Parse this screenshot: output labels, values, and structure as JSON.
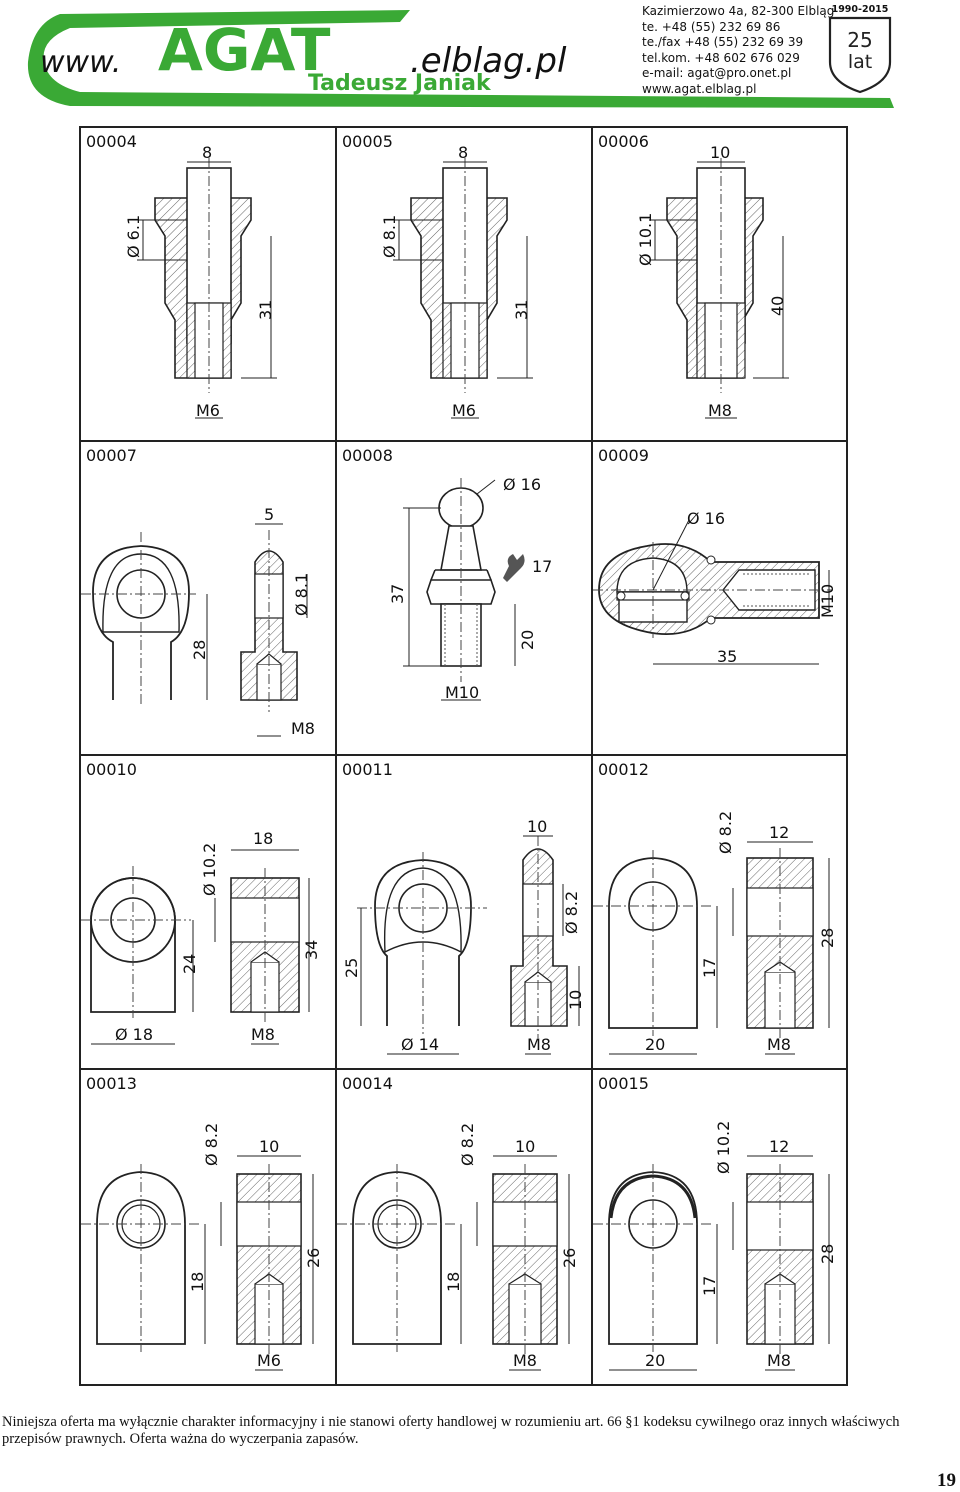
{
  "header": {
    "logo": {
      "prefix": "www.",
      "brand": "AGAT",
      "suffix": ".elblag.pl",
      "name": "Tadeusz Janiak"
    },
    "contact": [
      "Kazimierzowo 4a, 82-300 Elbląg",
      "te. +48 (55) 232 69 86",
      "te./fax +48 (55) 232 69 39",
      "tel.kom. +48 602 676 029",
      "e-mail: agat@pro.onet.pl",
      "www.agat.elblag.pl"
    ],
    "badge": {
      "years": "1990-2015",
      "number": "25",
      "unit": "lat"
    },
    "colors": {
      "brand_green": "#3aa935"
    }
  },
  "parts": [
    {
      "code": "00004",
      "dims": [
        "8",
        "Ø 6.1",
        "31",
        "M6"
      ]
    },
    {
      "code": "00005",
      "dims": [
        "8",
        "Ø 8.1",
        "31",
        "M6"
      ]
    },
    {
      "code": "00006",
      "dims": [
        "10",
        "Ø 10.1",
        "40",
        "M8"
      ]
    },
    {
      "code": "00007",
      "dims": [
        "5",
        "Ø 8.1",
        "28",
        "M8"
      ]
    },
    {
      "code": "00008",
      "dims": [
        "Ø 16",
        "17",
        "37",
        "20",
        "M10"
      ]
    },
    {
      "code": "00009",
      "dims": [
        "Ø 16",
        "M10",
        "35"
      ]
    },
    {
      "code": "00010",
      "dims": [
        "18",
        "Ø 10.2",
        "24",
        "34",
        "Ø 18",
        "M8"
      ]
    },
    {
      "code": "00011",
      "dims": [
        "10",
        "Ø 8.2",
        "25",
        "10",
        "Ø 14",
        "M8"
      ]
    },
    {
      "code": "00012",
      "dims": [
        "Ø 8.2",
        "12",
        "17",
        "28",
        "20",
        "M8"
      ]
    },
    {
      "code": "00013",
      "dims": [
        "Ø 8.2",
        "10",
        "26",
        "18",
        "M6"
      ]
    },
    {
      "code": "00014",
      "dims": [
        "Ø 8.2",
        "10",
        "26",
        "18",
        "M8"
      ]
    },
    {
      "code": "00015",
      "dims": [
        "Ø 10.2",
        "12",
        "17",
        "28",
        "20",
        "M8"
      ]
    }
  ],
  "footnote": "Niniejsza oferta ma wyłącznie charakter informacyjny i nie stanowi oferty handlowej w rozumieniu art. 66 §1 kodeksu cywilnego oraz innych właściwych przepisów prawnych. Oferta ważna do wyczerpania zapasów.",
  "page_number": "19"
}
